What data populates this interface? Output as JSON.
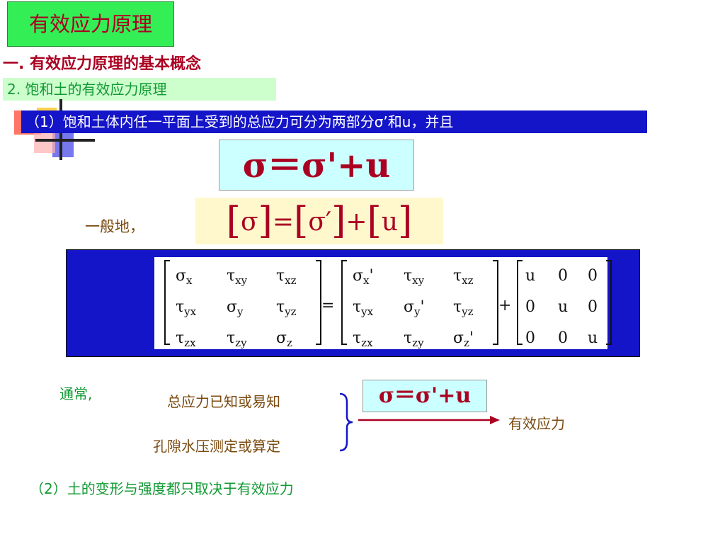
{
  "title": "有效应力原理",
  "heading1": "一. 有效应力原理的基本概念",
  "heading2": "2. 饱和土的有效应力原理",
  "statement1": "（1）饱和土体内任一平面上受到的总应力可分为两部分σ’和u，并且",
  "formula_main": "σ＝σ'+u",
  "general_label": "一般地，",
  "matrix_formula": {
    "open": "[",
    "sigma": "σ",
    "close": "]",
    "eq": "=",
    "sigma_prime": "σ′",
    "plus": "+",
    "u": "u"
  },
  "matrix_equation": {
    "total": [
      [
        "σx",
        "τxy",
        "τxz"
      ],
      [
        "τyx",
        "σy",
        "τyz"
      ],
      [
        "τzx",
        "τzy",
        "σz"
      ]
    ],
    "equals": "=",
    "effective": [
      [
        "σx'",
        "τxy",
        "τxz"
      ],
      [
        "τyx",
        "σy'",
        "τyz"
      ],
      [
        "τzx",
        "τzy",
        "σz'"
      ]
    ],
    "plus": "+",
    "pore": [
      [
        "u",
        "0",
        "0"
      ],
      [
        "0",
        "u",
        "0"
      ],
      [
        "0",
        "0",
        "u"
      ]
    ]
  },
  "usually_label": "通常,",
  "known_text": "总应力已知或易知",
  "pore_text": "孔隙水压测定或算定",
  "formula_small": "σ＝σ'+u",
  "result_text": "有效应力",
  "statement2": "（2）土的变形与强度都只取决于有效应力",
  "colors": {
    "accent_red": "#aa0022",
    "title_green": "#33ee55",
    "bar_blue": "#1414c8",
    "green_text": "#119933",
    "brown_text": "#7a4a10"
  }
}
